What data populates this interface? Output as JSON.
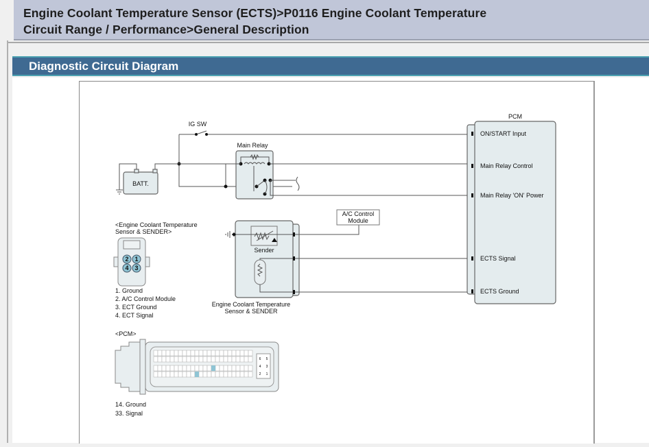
{
  "header": {
    "title_line1": "Engine Coolant Temperature Sensor (ECTS)>P0116 Engine Coolant Temperature",
    "title_line2": "Circuit Range / Performance>General Description"
  },
  "section": {
    "title": "Diagnostic Circuit Diagram"
  },
  "diagram": {
    "ig_sw": "IG SW",
    "main_relay": "Main Relay",
    "battery": "BATT.",
    "pcm_title": "PCM",
    "pcm_pins": [
      "ON/START Input",
      "Main Relay Control",
      "Main Relay 'ON' Power",
      "ECTS Signal",
      "ECTS Ground"
    ],
    "ac_module_line1": "A/C Control",
    "ac_module_line2": "Module",
    "sender": "Sender",
    "ects_label_line1": "Engine Coolant Temperature",
    "ects_label_line2": "Sensor & SENDER",
    "connector_title_line1": "<Engine Coolant Temperature",
    "connector_title_line2": "Sensor & SENDER>",
    "connector_pins": [
      "2",
      "1",
      "4",
      "3"
    ],
    "connector_legend": [
      "1. Ground",
      "2. A/C Control Module",
      "3. ECT Ground",
      "4. ECT Signal"
    ],
    "pcm_connector_title": "<PCM>",
    "pcm_connector_side_pins": [
      "6",
      "5",
      "4",
      "3",
      "2",
      "1"
    ],
    "pcm_connector_legend": [
      "14. Ground",
      "33. Signal"
    ],
    "highlight_pins": [
      "14",
      "33"
    ]
  },
  "colors": {
    "header_bg": "#c0c6d8",
    "section_bg": "#3f6a92",
    "section_border": "#4aa0b0",
    "component_fill": "#e4ecee",
    "pin_highlight": "#8fc4d4"
  }
}
